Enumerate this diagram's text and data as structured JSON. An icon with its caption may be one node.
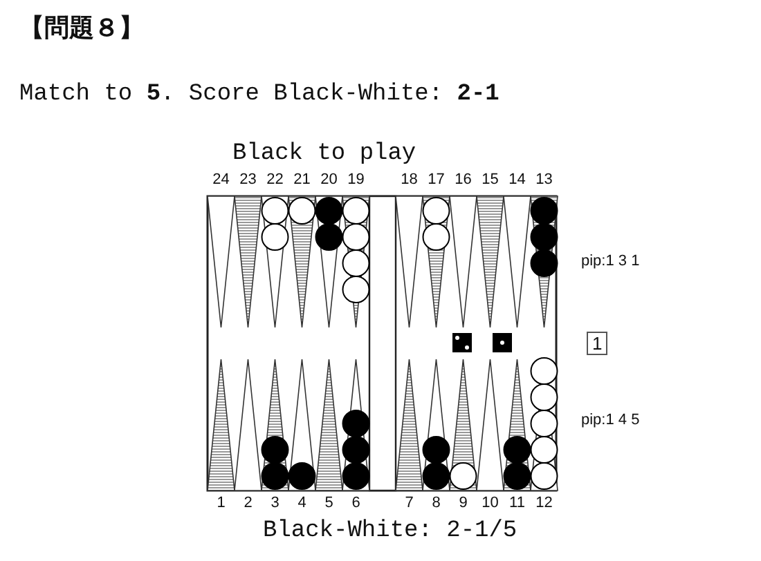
{
  "diagram": {
    "title": "【問題８】",
    "labels": [
      "Match to **5**. Score Black-White: **2-1**",
      "Black to play",
      "24",
      "23",
      "22",
      "21",
      "20",
      "19",
      "18",
      "17",
      "16",
      "15",
      "14",
      "13",
      "pip:1 3 1",
      "1",
      "pip:1 4 5",
      "1",
      "2",
      "3",
      "4",
      "5",
      "6",
      "7",
      "8",
      "9",
      "10",
      "11",
      "12",
      "Black-White: 2-1/5"
    ]
  }
}
